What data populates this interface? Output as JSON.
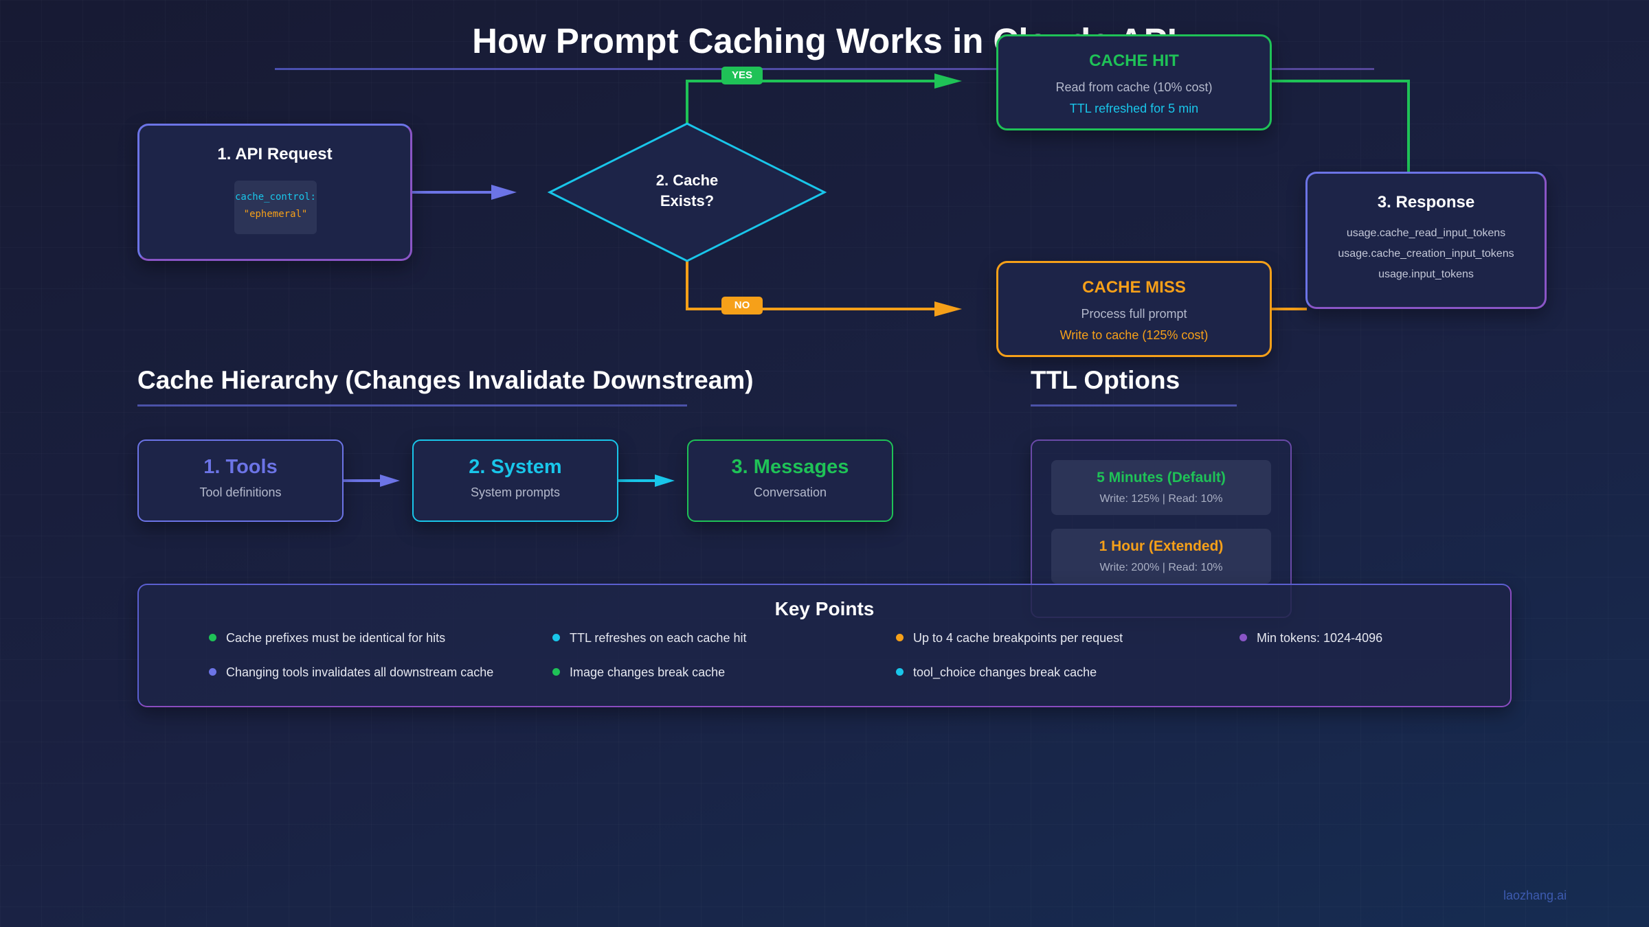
{
  "title": "How Prompt Caching Works in Claude API",
  "colors": {
    "accent_blue": "#6c74e6",
    "accent_cyan": "#19c6ea",
    "accent_green": "#1fc257",
    "accent_orange": "#f6a019",
    "accent_purple": "#8a55c6"
  },
  "flow": {
    "request": {
      "title": "1. API Request",
      "code_key": "cache_control:",
      "code_value": "\"ephemeral\""
    },
    "decision": {
      "line1": "2. Cache",
      "line2": "Exists?"
    },
    "yes_label": "YES",
    "no_label": "NO",
    "hit": {
      "title": "CACHE HIT",
      "line1": "Read from cache (10% cost)",
      "line2": "TTL refreshed for 5 min"
    },
    "miss": {
      "title": "CACHE MISS",
      "line1": "Process full prompt",
      "line2": "Write to cache (125% cost)"
    },
    "response": {
      "title": "3. Response",
      "fields": [
        "usage.cache_read_input_tokens",
        "usage.cache_creation_input_tokens",
        "usage.input_tokens"
      ]
    }
  },
  "hierarchy": {
    "title": "Cache Hierarchy (Changes Invalidate Downstream)",
    "items": [
      {
        "title": "1. Tools",
        "subtitle": "Tool definitions"
      },
      {
        "title": "2. System",
        "subtitle": "System prompts"
      },
      {
        "title": "3. Messages",
        "subtitle": "Conversation"
      }
    ]
  },
  "ttl": {
    "title": "TTL Options",
    "options": [
      {
        "title": "5 Minutes (Default)",
        "detail": "Write: 125% | Read: 10%"
      },
      {
        "title": "1 Hour (Extended)",
        "detail": "Write: 200% | Read: 10%"
      }
    ]
  },
  "key_points": {
    "title": "Key Points",
    "items": [
      {
        "text": "Cache prefixes must be identical for hits",
        "color": "#1fc257"
      },
      {
        "text": "TTL refreshes on each cache hit",
        "color": "#19c6ea"
      },
      {
        "text": "Up to 4 cache breakpoints per request",
        "color": "#f6a019"
      },
      {
        "text": "Min tokens: 1024-4096",
        "color": "#8a55c6"
      },
      {
        "text": "Changing tools invalidates all downstream cache",
        "color": "#6c74e6"
      },
      {
        "text": "Image changes break cache",
        "color": "#1fc257"
      },
      {
        "text": "tool_choice changes break cache",
        "color": "#19c6ea"
      }
    ]
  },
  "watermark": "laozhang.ai"
}
